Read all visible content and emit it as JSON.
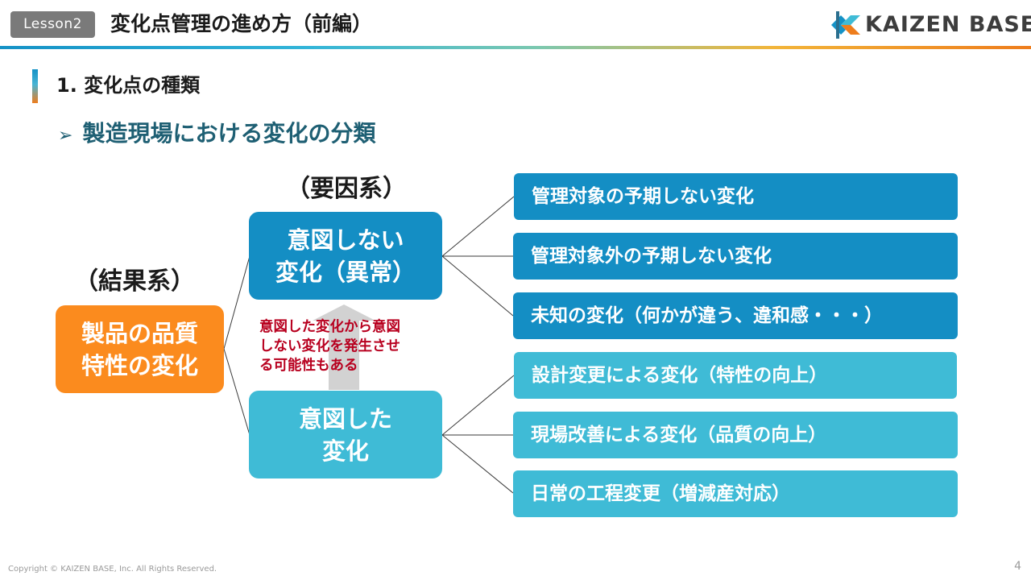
{
  "header": {
    "lesson_label": "Lesson2",
    "title": "変化点管理の進め方（前編）",
    "logo_text": "KAIZEN BASE",
    "logo_icon": "kaizen-base-logo-mark",
    "rule_colors": [
      "#1592c6",
      "#33b5d9",
      "#7bc8b0",
      "#f2b53a",
      "#ee7d1c"
    ]
  },
  "section": {
    "title": "1. 変化点の種類",
    "subtitle_bullet": "➢",
    "subtitle": "製造現場における変化の分類"
  },
  "diagram": {
    "result_label": "（結果系）",
    "cause_label": "（要因系）",
    "result_box": {
      "lines": [
        "製品の品質",
        "特性の変化"
      ],
      "color": "#fb8b1e"
    },
    "cause_unintended": {
      "lines": [
        "意図しない",
        "変化（異常）"
      ],
      "color": "#148ec4",
      "items": [
        "管理対象の予期しない変化",
        "管理対象外の予期しない変化",
        "未知の変化（何かが違う、違和感・・・）"
      ]
    },
    "cause_intended": {
      "lines": [
        "意図した",
        "変化"
      ],
      "color": "#3fbbd6",
      "items": [
        "設計変更による変化（特性の向上）",
        "現場改善による変化（品質の向上）",
        "日常の工程変更（増減産対応）"
      ]
    },
    "note_lines": [
      "意図した変化から意図",
      "しない変化を発生させ",
      "る可能性もある"
    ],
    "note_color": "#b8001f",
    "arrow_icon": "up-arrow-icon"
  },
  "footer": {
    "copyright": "Copyright ©  KAIZEN BASE, Inc.  All Rights Reserved.",
    "page_number": "4"
  }
}
